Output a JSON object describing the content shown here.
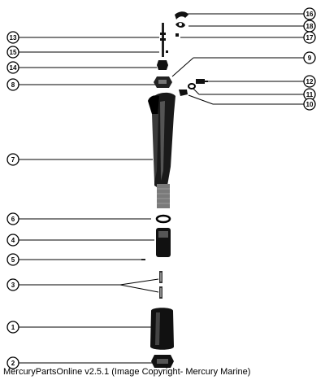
{
  "callouts": [
    "13",
    "15",
    "14",
    "8",
    "7",
    "6",
    "4",
    "5",
    "3",
    "1",
    "2",
    "16",
    "18",
    "17",
    "9",
    "12",
    "11",
    "10"
  ],
  "footer": "MercuryPartsOnline v2.5.1 (Image Copyright- Mercury Marine)"
}
